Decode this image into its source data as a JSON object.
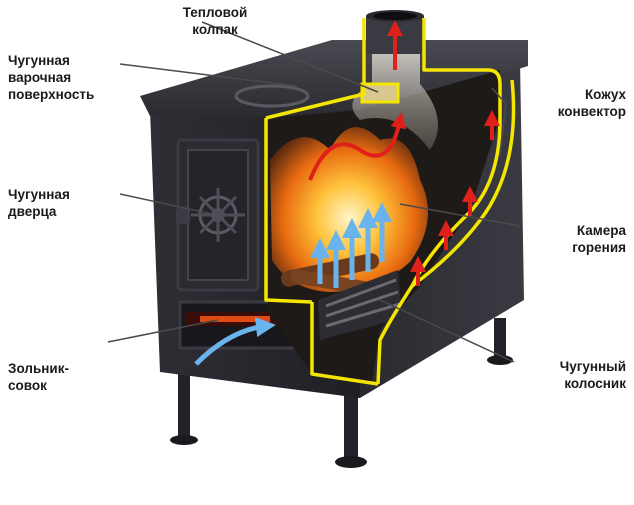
{
  "labels": {
    "cap": "Тепловой\nколпак",
    "hob": "Чугунная\nварочная\nповерхность",
    "convector": "Кожух\nконвектор",
    "door": "Чугунная\nдверца",
    "chamber": "Камера\nгорения",
    "ashpan": "Зольник-\nсовок",
    "grate": "Чугунный\nколосник"
  },
  "colors": {
    "stove_body": "#26262c",
    "stove_panel": "#1c1c22",
    "highlight_outline": "#f5e600",
    "hot_air_arrow": "#e0201a",
    "cold_air_arrow": "#6ab4ee",
    "leader_line": "#4a4a4a"
  },
  "icons": {
    "door_ornament": "ornament-icon",
    "flame": "fire-icon"
  }
}
